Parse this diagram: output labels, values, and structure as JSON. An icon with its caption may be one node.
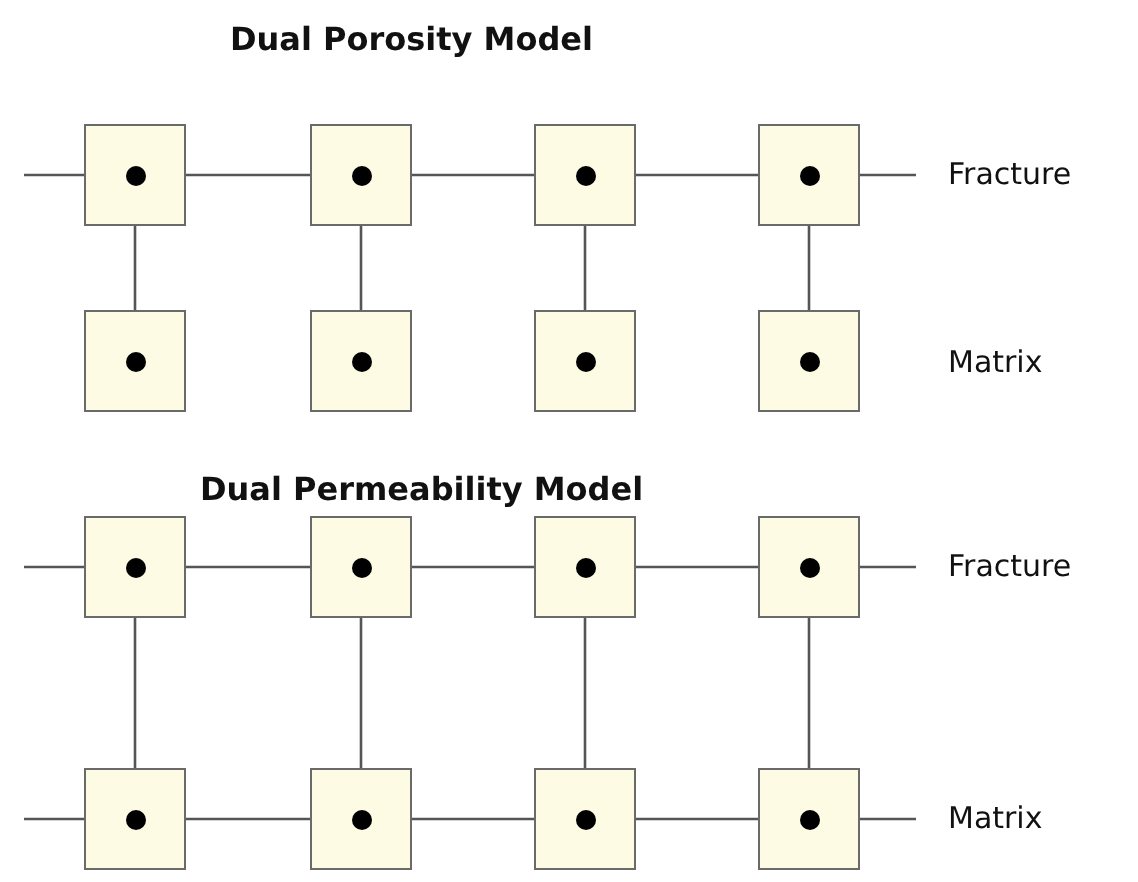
{
  "diagram": {
    "nodes": [
      {
        "text": [],
        "shape": "box"
      },
      {
        "text": [],
        "shape": "box"
      },
      {
        "text": [],
        "shape": "box"
      },
      {
        "text": [],
        "shape": "box"
      },
      {
        "text": [],
        "shape": "box"
      },
      {
        "text": [],
        "shape": "box"
      },
      {
        "text": [],
        "shape": "box"
      },
      {
        "text": [],
        "shape": "box"
      },
      {
        "text": [],
        "shape": "box"
      },
      {
        "text": [],
        "shape": "box"
      },
      {
        "text": [],
        "shape": "box"
      },
      {
        "text": [],
        "shape": "box"
      },
      {
        "text": [],
        "shape": "box"
      },
      {
        "text": [],
        "shape": "box"
      },
      {
        "text": [],
        "shape": "box"
      },
      {
        "text": [],
        "shape": "box"
      }
    ],
    "edges": [
      {
        "from": null,
        "to": 0,
        "arrow": "none"
      },
      {
        "from": 0,
        "to": 1,
        "arrow": "none"
      },
      {
        "from": 1,
        "to": 2,
        "arrow": "none"
      },
      {
        "from": 2,
        "to": 3,
        "arrow": "none"
      },
      {
        "from": 3,
        "to": null,
        "arrow": "none"
      },
      {
        "from": 0,
        "to": 4,
        "arrow": "none"
      },
      {
        "from": 1,
        "to": 5,
        "arrow": "none"
      },
      {
        "from": 2,
        "to": 6,
        "arrow": "none"
      },
      {
        "from": 3,
        "to": 7,
        "arrow": "none"
      },
      {
        "from": null,
        "to": 8,
        "arrow": "none"
      },
      {
        "from": 8,
        "to": 9,
        "arrow": "none"
      },
      {
        "from": 9,
        "to": 10,
        "arrow": "none"
      },
      {
        "from": 10,
        "to": 11,
        "arrow": "none"
      },
      {
        "from": 11,
        "to": null,
        "arrow": "none"
      },
      {
        "from": 8,
        "to": 12,
        "arrow": "none"
      },
      {
        "from": 9,
        "to": 13,
        "arrow": "none"
      },
      {
        "from": 10,
        "to": 14,
        "arrow": "none"
      },
      {
        "from": 11,
        "to": 15,
        "arrow": "none"
      },
      {
        "from": null,
        "to": 12,
        "arrow": "none"
      },
      {
        "from": 12,
        "to": 13,
        "arrow": "none"
      },
      {
        "from": 13,
        "to": 14,
        "arrow": "none"
      },
      {
        "from": 14,
        "to": 15,
        "arrow": "none"
      },
      {
        "from": 15,
        "to": null,
        "arrow": "none"
      }
    ],
    "labels": [
      "Dual Porosity Model",
      "Fracture",
      "Matrix",
      "Dual Permeability Model",
      "Fracture",
      "Matrix"
    ]
  }
}
